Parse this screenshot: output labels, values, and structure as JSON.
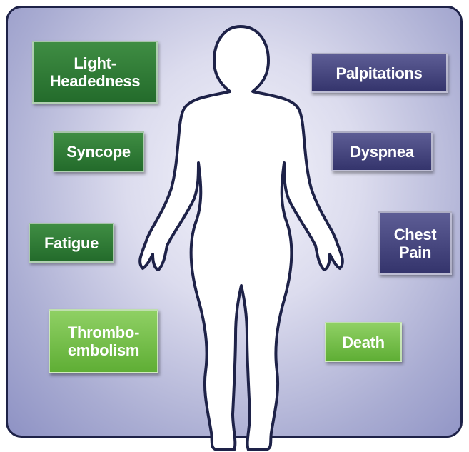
{
  "symptoms_left": [
    {
      "label": "Light-\nHeadedness",
      "color": "dark-green"
    },
    {
      "label": "Syncope",
      "color": "dark-green"
    },
    {
      "label": "Fatigue",
      "color": "dark-green"
    },
    {
      "label": "Thrombo-\nembolism",
      "color": "light-green"
    }
  ],
  "symptoms_right": [
    {
      "label": "Palpitations",
      "color": "purple"
    },
    {
      "label": "Dyspnea",
      "color": "purple"
    },
    {
      "label": "Chest\nPain",
      "color": "purple"
    },
    {
      "label": "Death",
      "color": "light-green"
    }
  ],
  "colors": {
    "dark_green": "#2e7a35",
    "light_green": "#74bf48",
    "purple": "#45457c",
    "border": "#1e2248"
  }
}
